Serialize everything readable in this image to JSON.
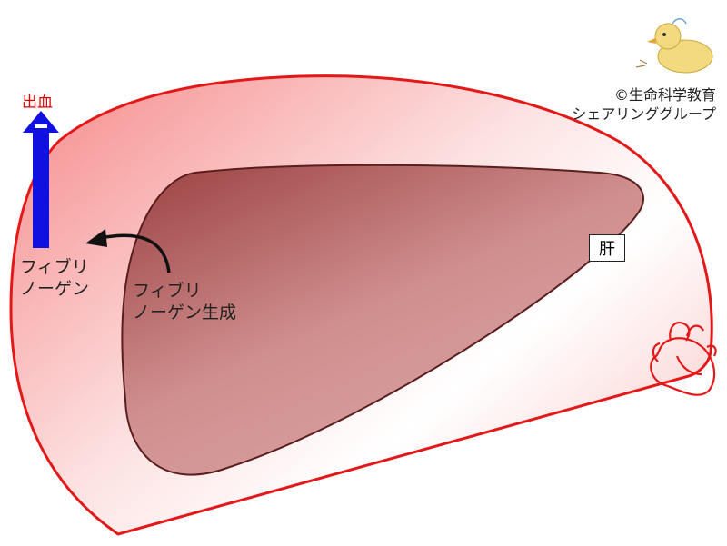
{
  "labels": {
    "bleeding": "出血",
    "fibrinogen_line1": "フィブリ",
    "fibrinogen_line2": "ノーゲン",
    "production_line1": "フィブリ",
    "production_line2": "ノーゲン生成",
    "liver": "肝",
    "copyright_line1": "©生命科学教育",
    "copyright_line2": "シェアリンググループ"
  },
  "colors": {
    "body_outline": "#e31919",
    "body_fill": "#f7a3a3",
    "liver_fill": "#c98080",
    "liver_outline": "#5a1e1e",
    "arrow_blue": "#1010e0",
    "bleeding_text": "#e00000"
  },
  "icons": [
    "heart-icon",
    "chick-icon",
    "up-arrow-icon",
    "curved-arrow-icon"
  ]
}
